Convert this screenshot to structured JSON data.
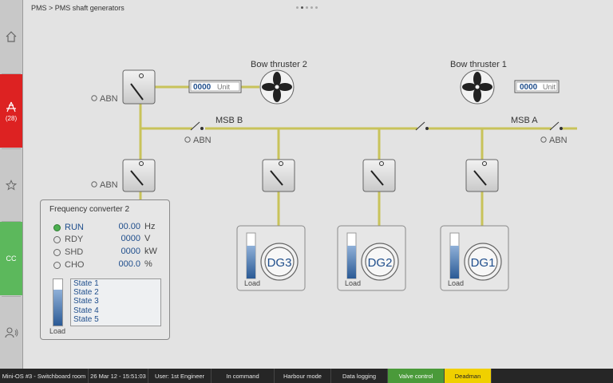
{
  "breadcrumb": "PMS > PMS shaft generators",
  "sidebar": {
    "home_icon": "home-icon",
    "alarm_icon": "alarm-icon",
    "alarm_count": "(28)",
    "favorites_icon": "star-icon",
    "cc_label": "CC",
    "users_icon": "user-speaker-icon"
  },
  "diagram": {
    "bow_thruster_2": "Bow thruster 2",
    "bow_thruster_1": "Bow thruster 1",
    "bt2_value": "0000",
    "bt1_value": "0000",
    "unit_label": "Unit",
    "msb_b": "MSB B",
    "msb_a": "MSB A",
    "abn": "ABN",
    "generators": [
      {
        "name": "DG3",
        "load_label": "Load",
        "load_level": 0.72
      },
      {
        "name": "DG2",
        "load_label": "Load",
        "load_level": 0.72
      },
      {
        "name": "DG1",
        "load_label": "Load",
        "load_level": 0.72
      }
    ]
  },
  "freq_converter": {
    "title": "Frequency converter 2",
    "rows": [
      {
        "label": "RUN",
        "value": "00.00",
        "unit": "Hz",
        "active": true
      },
      {
        "label": "RDY",
        "value": "0000",
        "unit": "V",
        "active": false
      },
      {
        "label": "SHD",
        "value": "0000",
        "unit": "kW",
        "active": false
      },
      {
        "label": "CHO",
        "value": "000.0",
        "unit": "%",
        "active": false
      }
    ],
    "states": [
      "State 1",
      "State 2",
      "State 3",
      "State 4",
      "State 5"
    ],
    "load_label": "Load",
    "load_level": 0.78
  },
  "status_bar": {
    "location": "Mini-OS #3 - Switchboard room",
    "datetime": "26 Mar 12 - 15:51:03",
    "user": "User: 1st Engineer",
    "in_command": "In command",
    "harbour_mode": "Harbour mode",
    "data_logging": "Data logging",
    "valve_control": "Valve control",
    "deadman": "Deadman"
  },
  "colors": {
    "bus": "#c8c35a",
    "value_blue": "#1f4e8c",
    "alarm_red": "#dd2222",
    "cc_green": "#5cb85c",
    "valve_green": "#4a9a3a",
    "deadman_yellow": "#f0d000"
  }
}
